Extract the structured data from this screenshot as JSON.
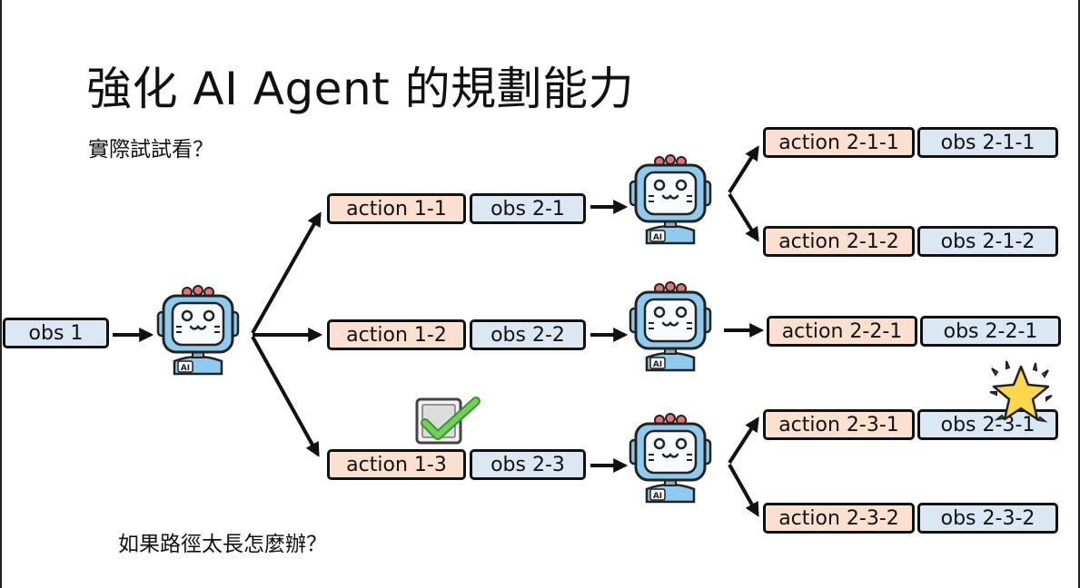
{
  "title": "強化 AI Agent 的規劃能力",
  "subtitle": "實際試試看？",
  "footer_question": "如果路徑太長怎麼辦？",
  "robot_badge": "AI",
  "nodes": {
    "obs1": "obs 1",
    "a11": "action 1-1",
    "o21": "obs 2-1",
    "a12": "action 1-2",
    "o22": "obs 2-2",
    "a13": "action 1-3",
    "o23": "obs 2-3",
    "a211": "action 2-1-1",
    "o211": "obs 2-1-1",
    "a212": "action 2-1-2",
    "o212": "obs 2-1-2",
    "a221": "action 2-2-1",
    "o221": "obs 2-2-1",
    "a231": "action 2-3-1",
    "o231": "obs 2-3-1",
    "a232": "action 2-3-2",
    "o232": "obs 2-3-2"
  },
  "icons": {
    "checkbox": "green-checkmark-icon",
    "star": "sparkling-star-icon",
    "robot": "ai-robot-icon"
  },
  "colors": {
    "action_fill": "#fbe0cf",
    "obs_fill": "#dce7f4",
    "robot_blue": "#8fcbee",
    "check_green": "#5cbf4a",
    "star_yellow": "#ffd84a"
  }
}
